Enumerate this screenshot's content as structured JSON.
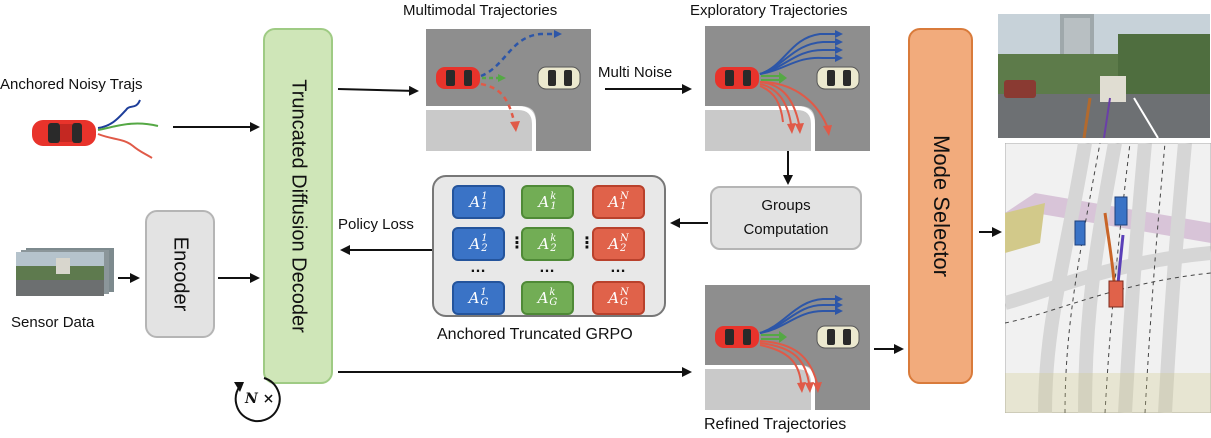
{
  "labels": {
    "anchored_noisy": "Anchored Noisy Trajs",
    "sensor_data": "Sensor Data",
    "encoder": "Encoder",
    "decoder": "Truncated Diffusion Decoder",
    "multimodal": "Multimodal  Trajectories",
    "exploratory": "Exploratory  Trajectories",
    "multi_noise": "Multi Noise",
    "groups": "Groups\nComputation",
    "policy_loss": "Policy Loss",
    "grpo": "Anchored Truncated GRPO",
    "refined": "Refined Trajectories",
    "mode_selector": "Mode Selector",
    "loop": "N ×"
  },
  "advantage_matrix": {
    "rows": [
      [
        {
          "base": "A",
          "sub": "1",
          "sup": "1",
          "color": "blue"
        },
        {
          "base": "A",
          "sub": "1",
          "sup": "k",
          "color": "green"
        },
        {
          "base": "A",
          "sub": "1",
          "sup": "N",
          "color": "red"
        }
      ],
      [
        {
          "base": "A",
          "sub": "2",
          "sup": "1",
          "color": "blue"
        },
        {
          "base": "A",
          "sub": "2",
          "sup": "k",
          "color": "green"
        },
        {
          "base": "A",
          "sub": "2",
          "sup": "N",
          "color": "red"
        }
      ],
      [
        {
          "base": "A",
          "sub": "G",
          "sup": "1",
          "color": "blue"
        },
        {
          "base": "A",
          "sub": "G",
          "sup": "k",
          "color": "green"
        },
        {
          "base": "A",
          "sub": "G",
          "sup": "N",
          "color": "red"
        }
      ]
    ],
    "ellipsis": "…",
    "vellipsis": "⋮"
  },
  "colors": {
    "decoder_fill": "#cfe6b8",
    "decoder_border": "#9fcb84",
    "mode_fill": "#f2ab7c",
    "mode_border": "#d97b3b",
    "encoder_fill": "#e3e3e3",
    "blue": "#3a73c6",
    "green": "#72ad55",
    "red": "#e0624a"
  },
  "icons": [
    "red-car-icon",
    "cream-car-icon",
    "camera-image",
    "bev-map-image",
    "loop-arrow-icon"
  ]
}
